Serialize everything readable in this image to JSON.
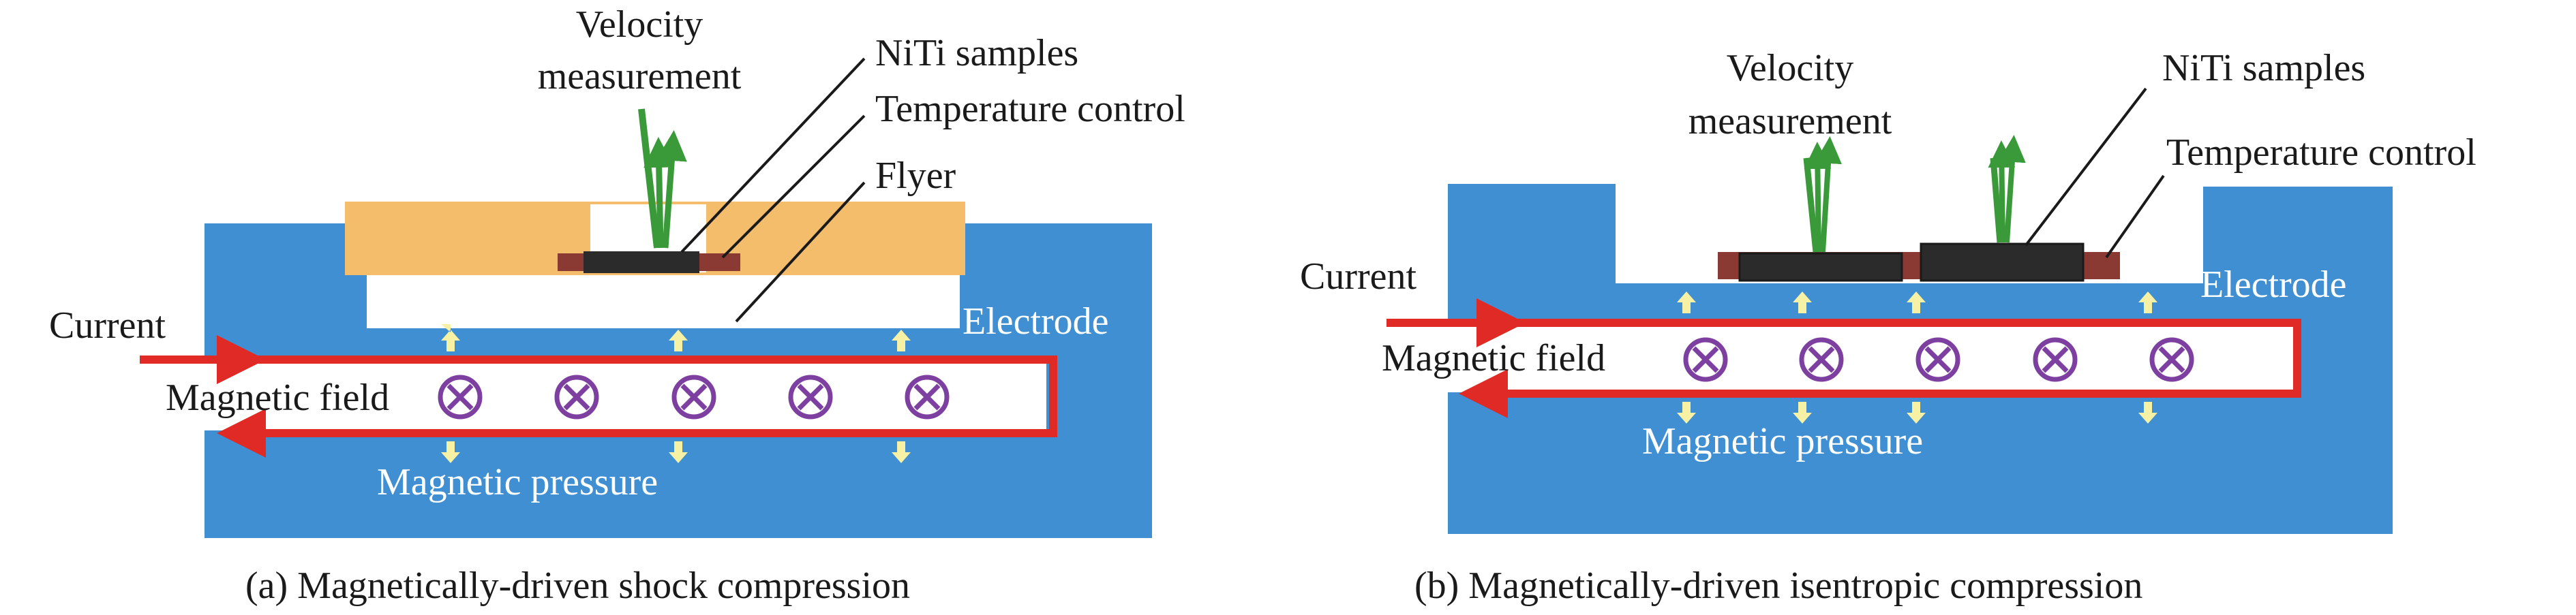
{
  "colors": {
    "electrode": "#3f8fd2",
    "channel": "#ffffff",
    "orange_block": "#f4bd6b",
    "temperature_control": "#8b3a33",
    "sample": "#2b2b2b",
    "current_arrow": "#e02a26",
    "laser_arrow": "#3a9a3a",
    "pressure_arrow": "#f7f1a6",
    "field_symbol": "#7d3fa0"
  },
  "icons": {
    "field": "circle-cross-icon",
    "pressure": "double-arrow-icon",
    "current": "arrow-icon",
    "laser": "double-arrow-icon"
  },
  "panel_a": {
    "caption": "(a) Magnetically-driven shock compression",
    "labels": {
      "velocity_line1": "Velocity",
      "velocity_line2": "measurement",
      "samples": "NiTi samples",
      "temperature": "Temperature control",
      "flyer": "Flyer",
      "current": "Current",
      "electrode": "Electrode",
      "magnetic_field": "Magnetic field",
      "magnetic_pressure": "Magnetic pressure"
    }
  },
  "panel_b": {
    "caption": "(b) Magnetically-driven isentropic compression",
    "labels": {
      "velocity_line1": "Velocity",
      "velocity_line2": "measurement",
      "samples": "NiTi samples",
      "temperature": "Temperature control",
      "current": "Current",
      "electrode": "Electrode",
      "magnetic_field": "Magnetic field",
      "magnetic_pressure": "Magnetic pressure"
    }
  }
}
